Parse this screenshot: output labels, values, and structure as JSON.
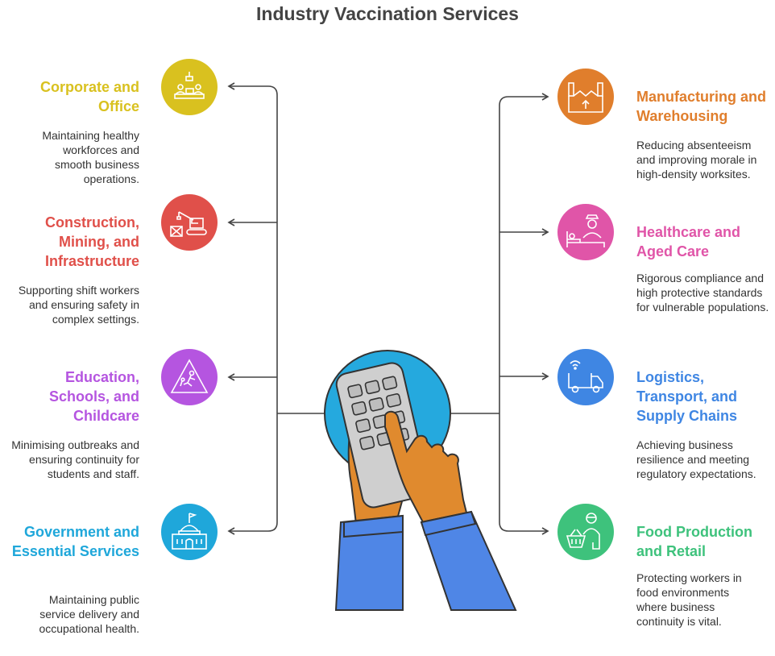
{
  "title": "Industry Vaccination Services",
  "sectors": {
    "corporate": {
      "heading": "Corporate and Office",
      "description": "Maintaining healthy workforces and smooth business operations.",
      "color": "#D9C11F",
      "icon": "office-meeting-icon"
    },
    "construction": {
      "heading": "Construction, Mining, and Infrastructure",
      "description": "Supporting shift workers and ensuring safety in complex settings.",
      "color": "#E0504A",
      "icon": "excavator-icon"
    },
    "education": {
      "heading": "Education, Schools, and Childcare",
      "description": "Minimising outbreaks and ensuring continuity for students and staff.",
      "color": "#B555E0",
      "icon": "school-warning-sign-icon"
    },
    "government": {
      "heading": "Government and Essential Services",
      "description": "Maintaining public service delivery and occupational health.",
      "color": "#1FA7DA",
      "icon": "government-building-icon"
    },
    "manufacturing": {
      "heading": "Manufacturing and Warehousing",
      "description": "Reducing absenteeism and improving morale in high-density worksites.",
      "color": "#E07E2C",
      "icon": "factory-icon"
    },
    "healthcare": {
      "heading": "Healthcare and Aged Care",
      "description": "Rigorous compliance and high protective standards for vulnerable populations.",
      "color": "#E055A8",
      "icon": "nurse-bed-icon"
    },
    "logistics": {
      "heading": "Logistics, Transport, and Supply Chains",
      "description": "Achieving business resilience and meeting regulatory expectations.",
      "color": "#3F86E3",
      "icon": "delivery-truck-icon"
    },
    "food": {
      "heading": "Food Production and Retail",
      "description": "Protecting workers in food environments where business continuity is vital.",
      "color": "#3EC27C",
      "icon": "shopping-basket-worker-icon"
    }
  },
  "center_icon": "hand-on-keypad-icon"
}
